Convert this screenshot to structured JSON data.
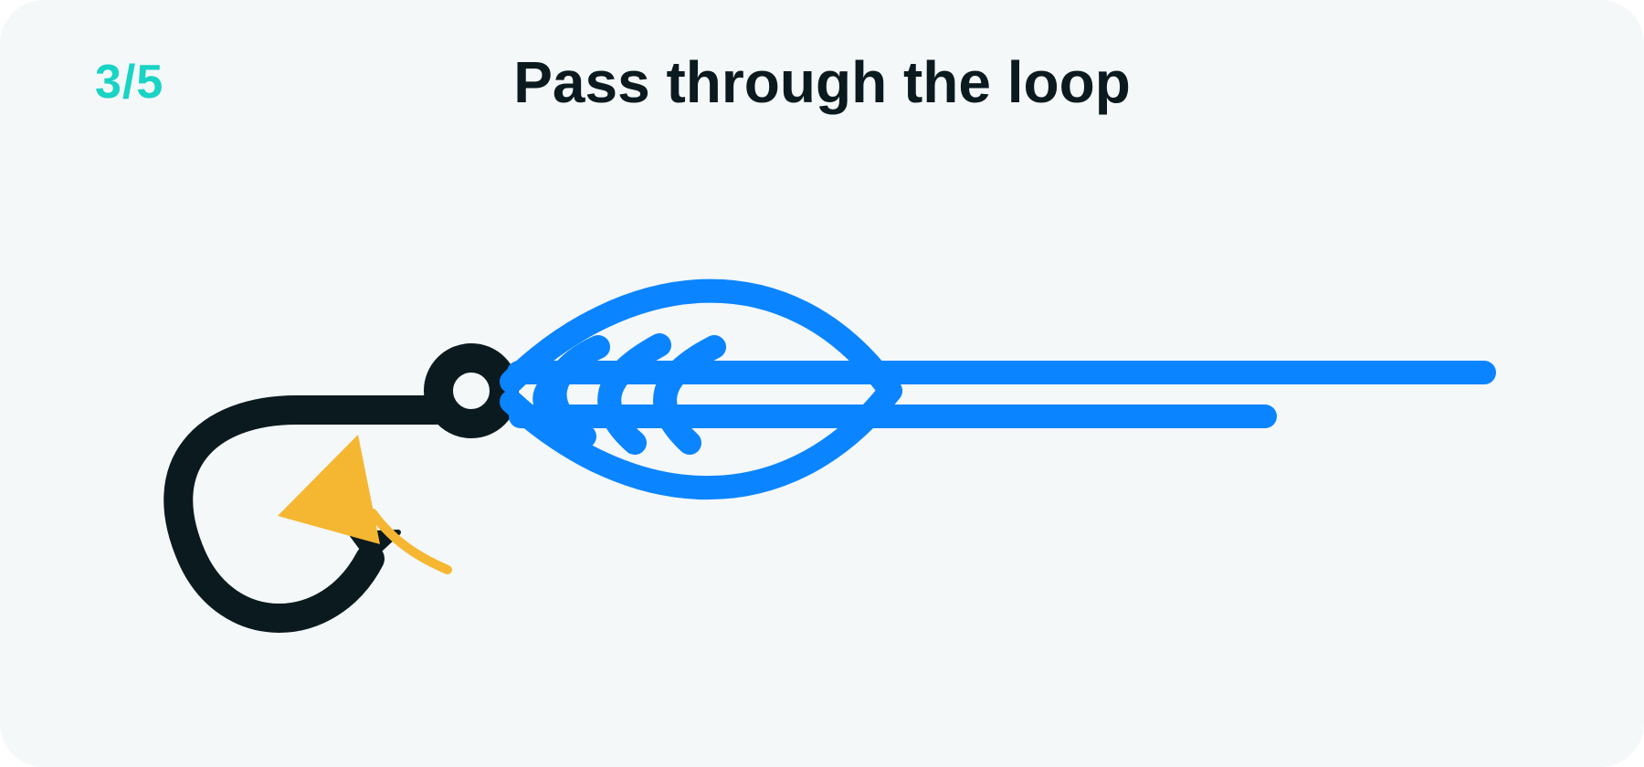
{
  "step": {
    "label": "3/5"
  },
  "header": {
    "title": "Pass through the loop"
  },
  "colors": {
    "background": "#f4f8f9",
    "accent": "#19d3c5",
    "text": "#0b1a1f",
    "hook": "#0b1a1f",
    "line": "#0b84ff",
    "arrow": "#f5b731"
  },
  "icons": {
    "hook": "fishing-hook-icon",
    "line": "fishing-line-knot",
    "arrow": "direction-arrow-icon"
  }
}
